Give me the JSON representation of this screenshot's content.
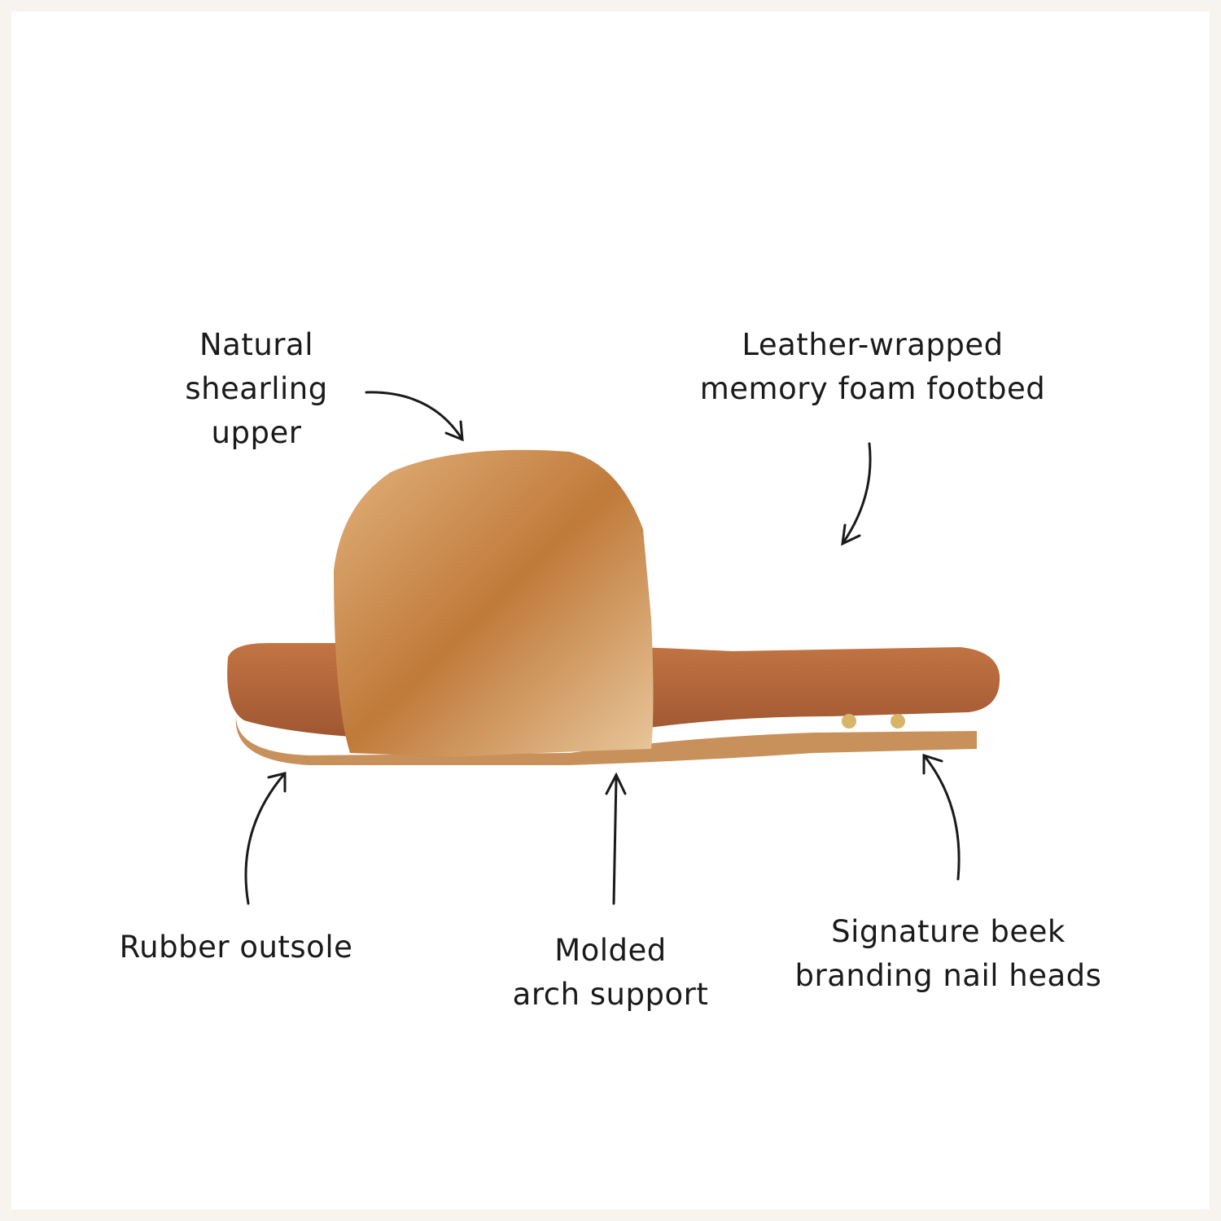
{
  "colors": {
    "border": "#f7f3ee",
    "background": "#ffffff",
    "text": "#1a1a1a",
    "shearling": "#c8884a",
    "footbed": "#b8673a"
  },
  "callouts": {
    "upper": {
      "lines": [
        "Natural",
        "shearling",
        "upper"
      ]
    },
    "footbed": {
      "lines": [
        "Leather-wrapped",
        "memory foam footbed"
      ]
    },
    "outsole": {
      "lines": [
        "Rubber outsole"
      ]
    },
    "arch": {
      "lines": [
        "Molded",
        "arch support"
      ]
    },
    "nails": {
      "lines": [
        "Signature beek",
        "branding nail heads"
      ]
    }
  }
}
